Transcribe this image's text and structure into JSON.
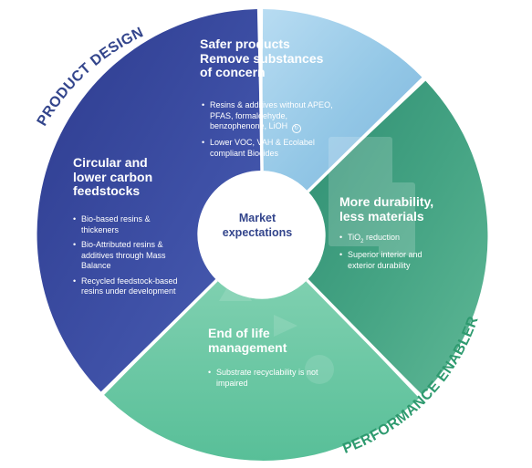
{
  "center_label": "Market expectations",
  "ring_labels": {
    "product_design": "PRODUCT DESIGN",
    "performance_enabler": "PERFORMANCE ENABLER"
  },
  "segments": {
    "safer_products": {
      "title_lines": [
        "Safer products",
        "Remove substances",
        "of concern"
      ],
      "bullets": [
        "Resins & additives without APEO, PFAS, formaldehyde, benzophenone, LiOH",
        "Lower VOC, VAH & Ecolabel compliant Biocides"
      ],
      "color": "#9ccbe9"
    },
    "durability": {
      "title_lines": [
        "More durability,",
        "less materials"
      ],
      "bullets": [
        "TiO",
        "Superior interior and exterior durability"
      ],
      "tio2_subscript": "2",
      "tio2_suffix": " reduction",
      "color": "#3a9a7c"
    },
    "end_of_life": {
      "title_lines": [
        "End of life",
        "management"
      ],
      "bullets": [
        "Substrate recyclability is not impaired"
      ],
      "color": "#6cc7a4"
    },
    "circular": {
      "title_lines": [
        "Circular and",
        "lower carbon",
        "feedstocks"
      ],
      "bullets": [
        "Bio-based resins & thickeners",
        "Bio-Attributed resins & additives through Mass Balance",
        "Recycled feedstock-based resins under development"
      ],
      "color": "#34449a"
    }
  },
  "colors": {
    "product_design_label": "#33458c",
    "performance_enabler_label": "#2e9a6f",
    "center_text": "#33458c"
  }
}
